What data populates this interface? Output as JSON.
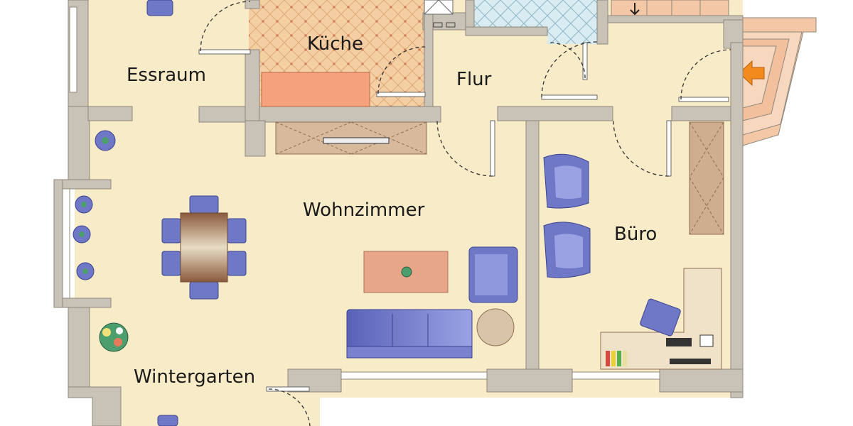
{
  "plan": {
    "rooms": {
      "essraum": "Essraum",
      "kueche": "Küche",
      "flur": "Flur",
      "wohnzimmer": "Wohnzimmer",
      "buero": "Büro",
      "wintergarten": "Wintergarten"
    },
    "colors": {
      "floor": "#f8ecc8",
      "kitchen_tile": "#f3cfa3",
      "bath_tile": "#d9ecf2",
      "wall": "#c9c2b6",
      "furniture_blue": "#6f78c6",
      "counter_salmon": "#f4a17c",
      "table_brown": "#a47a5c",
      "entrance_arrow": "#f28a1e"
    },
    "icons": [
      "entrance-arrow-icon",
      "plant-icon",
      "stair-down-arrow-icon"
    ]
  }
}
